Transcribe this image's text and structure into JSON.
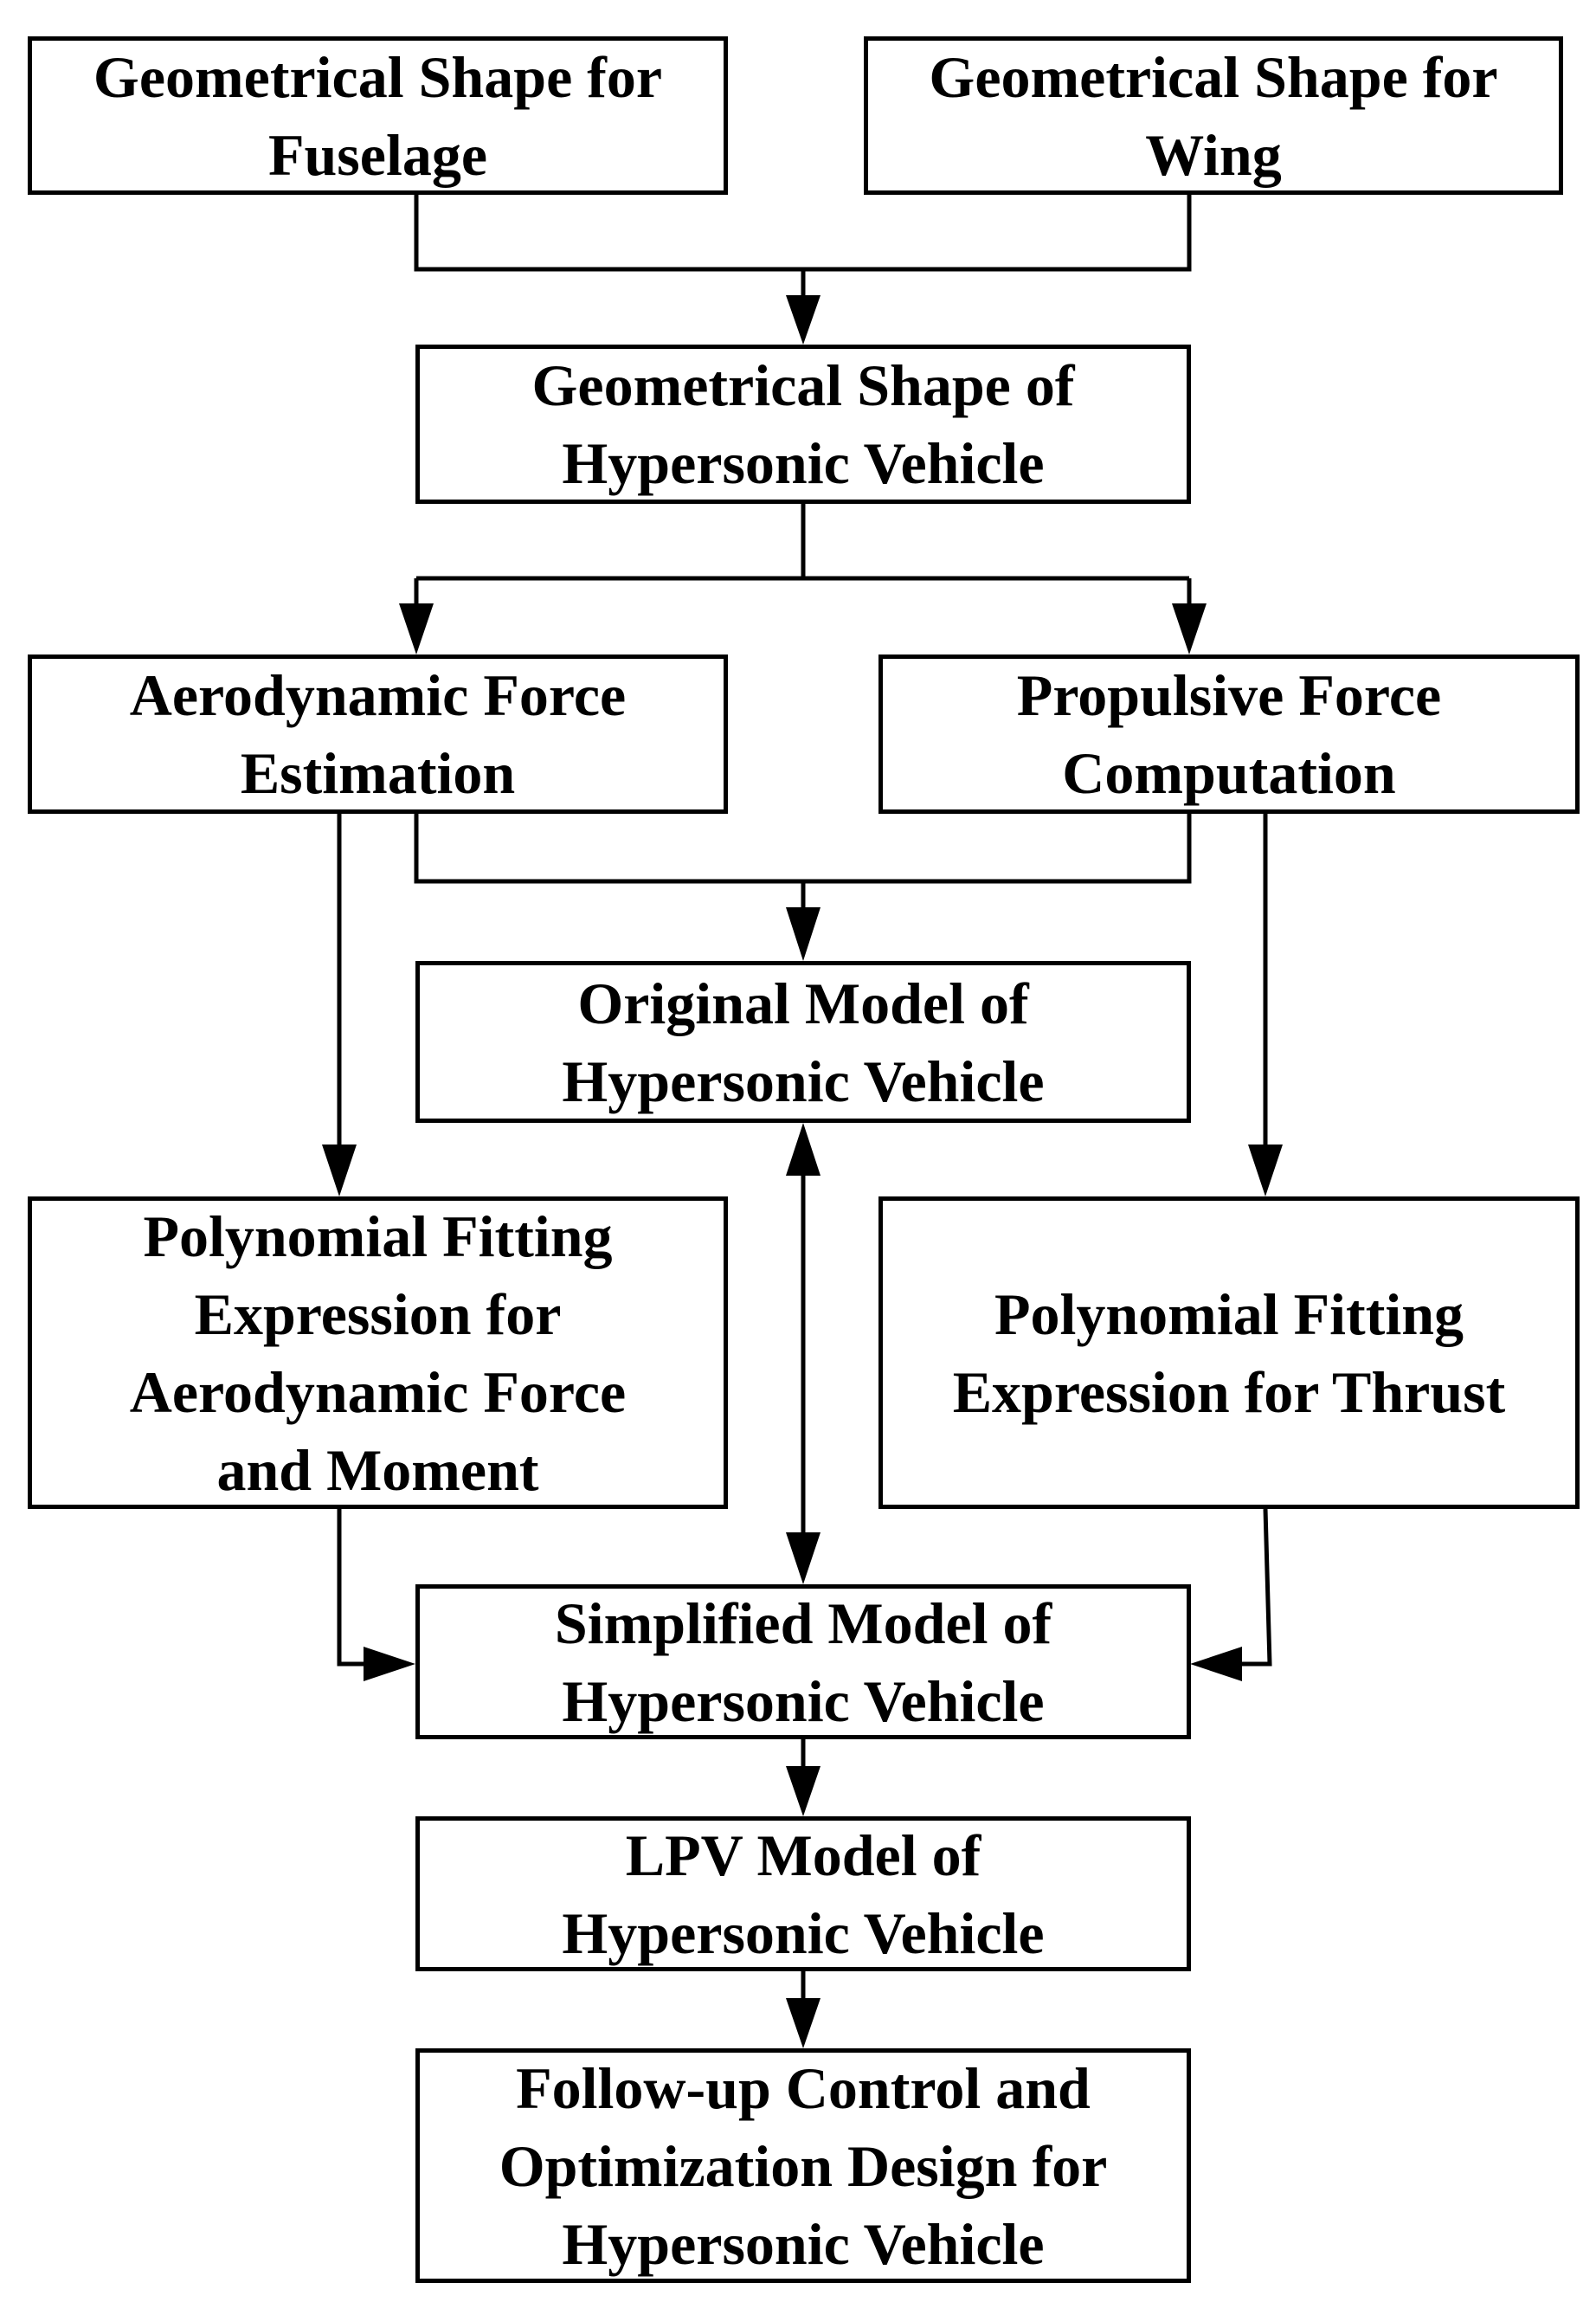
{
  "diagram": {
    "nodes": {
      "fuselage": {
        "lines": [
          "Geometrical Shape for",
          "Fuselage"
        ]
      },
      "wing": {
        "lines": [
          "Geometrical Shape for",
          "Wing"
        ]
      },
      "vehicle_shape": {
        "lines": [
          "Geometrical Shape of",
          "Hypersonic Vehicle"
        ]
      },
      "aero_estimation": {
        "lines": [
          "Aerodynamic Force",
          "Estimation"
        ]
      },
      "propulsive": {
        "lines": [
          "Propulsive Force",
          "Computation"
        ]
      },
      "original_model": {
        "lines": [
          "Original Model of",
          "Hypersonic Vehicle"
        ]
      },
      "poly_aero": {
        "lines": [
          "Polynomial Fitting",
          "Expression for",
          "Aerodynamic Force",
          "and Moment"
        ]
      },
      "poly_thrust": {
        "lines": [
          "Polynomial Fitting",
          "Expression for Thrust"
        ]
      },
      "simplified_model": {
        "lines": [
          "Simplified Model of",
          "Hypersonic Vehicle"
        ]
      },
      "lpv_model": {
        "lines": [
          "LPV Model of",
          "Hypersonic Vehicle"
        ]
      },
      "follow_up": {
        "lines": [
          "Follow-up Control and",
          "Optimization Design for",
          "Hypersonic Vehicle"
        ]
      }
    },
    "edges": [
      {
        "from": "fuselage",
        "to": "vehicle_shape"
      },
      {
        "from": "wing",
        "to": "vehicle_shape"
      },
      {
        "from": "vehicle_shape",
        "to": "aero_estimation"
      },
      {
        "from": "vehicle_shape",
        "to": "propulsive"
      },
      {
        "from": "aero_estimation",
        "to": "original_model"
      },
      {
        "from": "propulsive",
        "to": "original_model"
      },
      {
        "from": "aero_estimation",
        "to": "poly_aero"
      },
      {
        "from": "propulsive",
        "to": "poly_thrust"
      },
      {
        "from": "original_model",
        "to": "simplified_model",
        "bidirectional": true
      },
      {
        "from": "poly_aero",
        "to": "simplified_model"
      },
      {
        "from": "poly_thrust",
        "to": "simplified_model"
      },
      {
        "from": "simplified_model",
        "to": "lpv_model"
      },
      {
        "from": "lpv_model",
        "to": "follow_up"
      }
    ],
    "colors": {
      "line": "#000000",
      "box_fill": "#ffffff",
      "text": "#000000"
    }
  }
}
